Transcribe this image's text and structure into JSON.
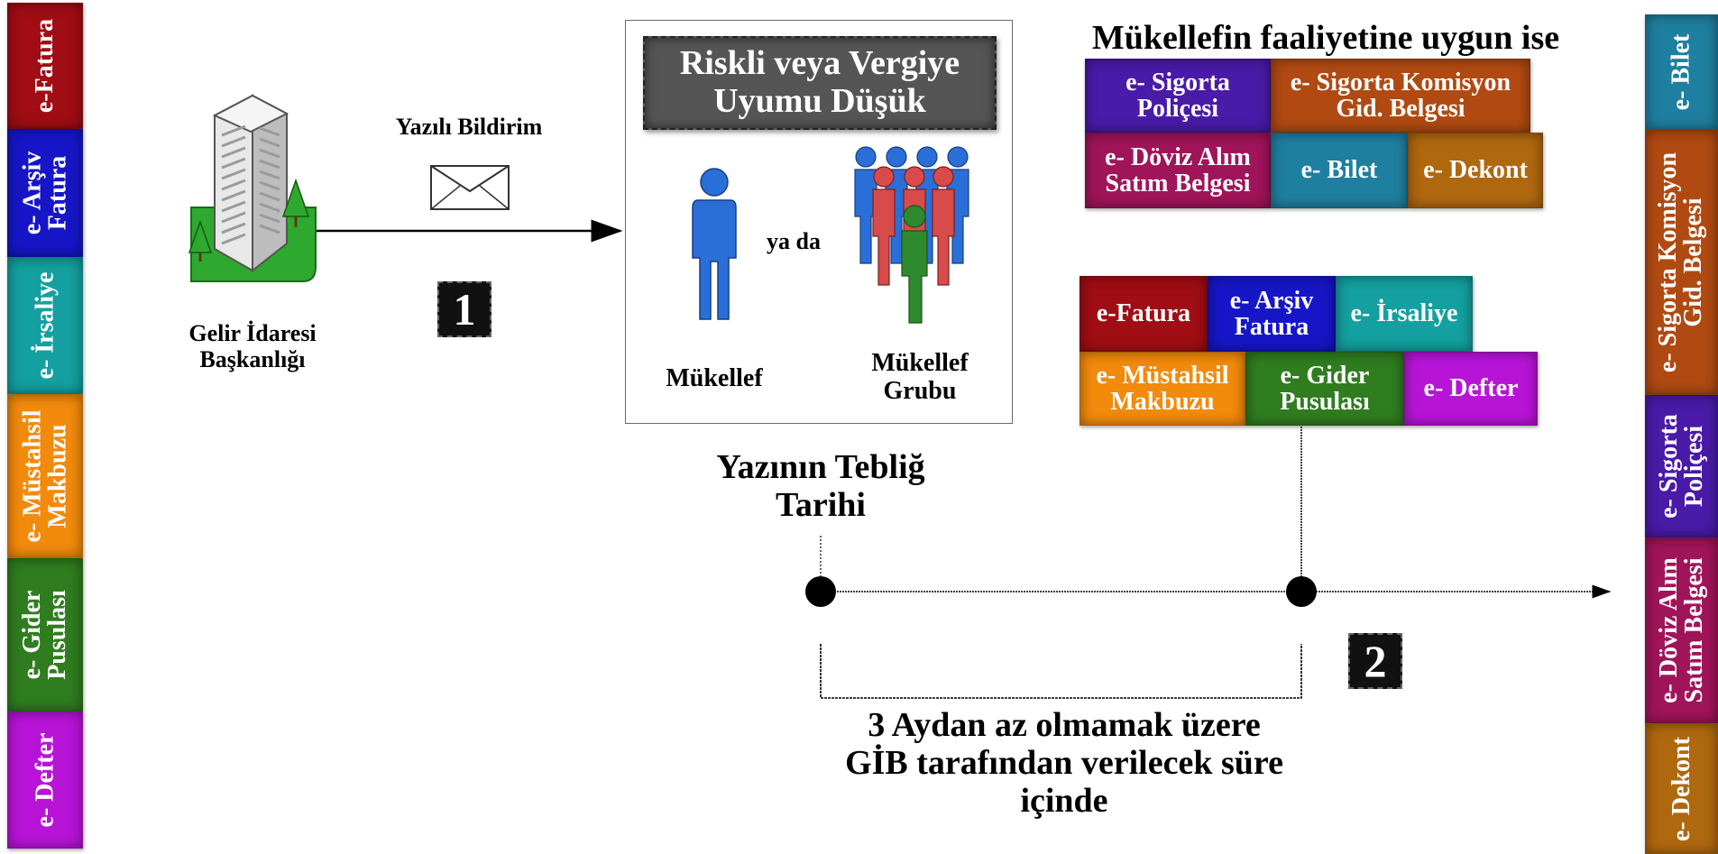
{
  "left_tabs": [
    {
      "label": "e-Fatura",
      "color": "#a00d14"
    },
    {
      "label": "e- Arşiv\nFatura",
      "color": "#1616c8"
    },
    {
      "label": "e- İrsaliye",
      "color": "#14a0a0"
    },
    {
      "label": "e- Müstahsil\nMakbuzu",
      "color": "#f28a0c"
    },
    {
      "label": "e- Gider\nPusulası",
      "color": "#2f7d1f"
    },
    {
      "label": "e- Defter",
      "color": "#b814d8"
    }
  ],
  "right_tabs": [
    {
      "label": "e- Bilet",
      "color": "#1f7fa0"
    },
    {
      "label": "e- Sigorta Komisyon\nGid. Belgesi",
      "color": "#b04a12"
    },
    {
      "label": "e- Sigorta\nPoliçesi",
      "color": "#4a1aa8"
    },
    {
      "label": "e- Döviz Alım\nSatım Belgesi",
      "color": "#a0145a"
    },
    {
      "label": "e- Dekont",
      "color": "#b0680f"
    }
  ],
  "gib": {
    "label": "Gelir İdaresi\nBaşkanlığı"
  },
  "notice": {
    "label": "Yazılı Bildirim",
    "icon": "envelope-icon"
  },
  "step1": "1",
  "step2": "2",
  "risk": {
    "title": "Riskli veya Vergiye\nUyumu Düşük",
    "or_text": "ya da",
    "single_label": "Mükellef",
    "group_label": "Mükellef\nGrubu"
  },
  "optional": {
    "heading": "Mükellefin faaliyetine uygun ise",
    "tiles": [
      {
        "label": "e- Sigorta\nPoliçesi",
        "color": "#4a1aa8"
      },
      {
        "label": "e- Sigorta Komisyon\nGid. Belgesi",
        "color": "#b04a12"
      },
      {
        "label": "e- Döviz Alım\nSatım Belgesi",
        "color": "#a0145a"
      },
      {
        "label": "e- Bilet",
        "color": "#1f7fa0"
      },
      {
        "label": "e- Dekont",
        "color": "#b0680f"
      }
    ]
  },
  "mandatory": {
    "tiles": [
      {
        "label": "e-Fatura",
        "color": "#a00d14"
      },
      {
        "label": "e- Arşiv\nFatura",
        "color": "#1616c8"
      },
      {
        "label": "e- İrsaliye",
        "color": "#14a0a0"
      },
      {
        "label": "e- Müstahsil\nMakbuzu",
        "color": "#f28a0c"
      },
      {
        "label": "e- Gider\nPusulası",
        "color": "#2f7d1f"
      },
      {
        "label": "e- Defter",
        "color": "#b814d8"
      }
    ]
  },
  "timeline": {
    "start_label": "Yazının Tebliğ\nTarihi",
    "period_label": "3 Aydan az olmamak üzere\nGİB tarafından verilecek süre\niçinde"
  }
}
